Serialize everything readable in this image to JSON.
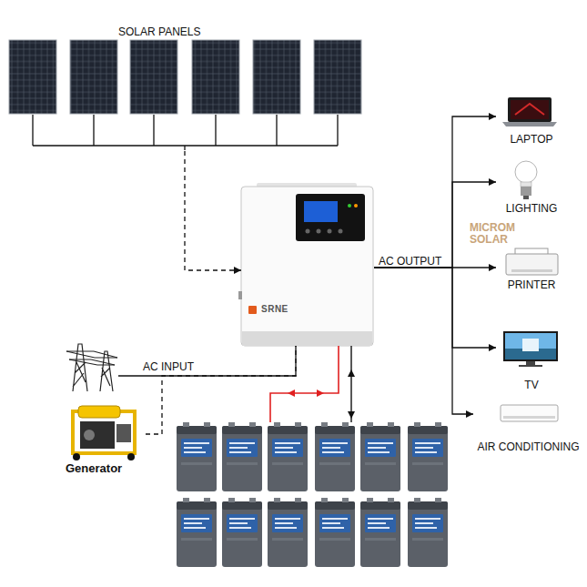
{
  "diagram": {
    "nodes": [
      {
        "text": [
          "SOLAR PANELS"
        ]
      },
      {
        "text": [
          "SRNE"
        ]
      },
      {
        "text": [
          "LAPTOP"
        ]
      },
      {
        "text": [
          "LIGHTING"
        ]
      },
      {
        "text": [
          "PRINTER"
        ]
      },
      {
        "text": [
          "TV"
        ]
      },
      {
        "text": [
          "AIR CONDITIONING"
        ]
      },
      {
        "text": [
          "Generator"
        ]
      }
    ],
    "edges": [
      {
        "from": 0,
        "to": 1,
        "arrow": "to"
      },
      {
        "from": 1,
        "to": 2,
        "arrow": "to"
      },
      {
        "from": 1,
        "to": 3,
        "arrow": "to"
      },
      {
        "from": 1,
        "to": 4,
        "arrow": "to"
      },
      {
        "from": 1,
        "to": 5,
        "arrow": "to"
      },
      {
        "from": 1,
        "to": 6,
        "arrow": "to"
      },
      {
        "from": 7,
        "to": 1,
        "arrow": "none"
      }
    ],
    "labels": [
      "AC OUTPUT",
      "AC INPUT",
      "MICROM SOLAR"
    ]
  }
}
